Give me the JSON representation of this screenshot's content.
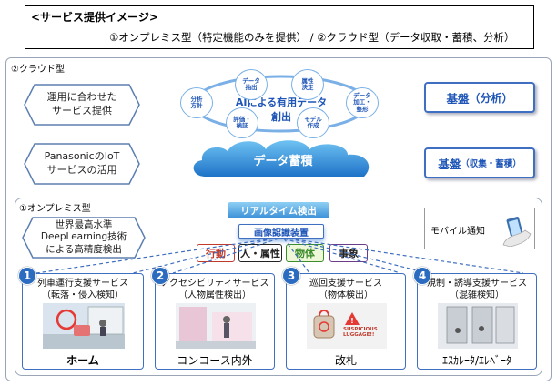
{
  "header": {
    "title": "<サービス提供イメージ>",
    "subtitle": "①オンプレミス型（特定機能のみを提供） / ②クラウド型（データ収取・蓄積、分析）"
  },
  "cloud": {
    "label": "②クラウド型",
    "left_boxes": [
      "運用に合わせた\nサービス提供",
      "PanasonicのIoT\nサービスの活用"
    ],
    "cycle_center": "AIによる有用データ創出",
    "cycle_nodes": [
      "データ\n抽出",
      "属性\n決定",
      "データ\n加工・\n整形",
      "モデル\n作成",
      "評価・\n検証",
      "分析\n方針"
    ],
    "storage": "データ蓄積",
    "kiban_analysis": {
      "main": "基盤",
      "sub": "（分析）"
    },
    "kiban_storage": {
      "main": "基盤",
      "sub": "（収集・蓄積）"
    }
  },
  "onprem": {
    "label": "①オンプレミス型",
    "left_box": "世界最高水準\nDeepLearning技術\nによる高精度検出",
    "realtime": "リアルタイム検出",
    "device": "画像認識装置",
    "tags": [
      "行動",
      "人・属性",
      "物体",
      "事象"
    ],
    "mobile": "モバイル通知",
    "cards": [
      {
        "num": "1",
        "title": "列車運行支援サービス\n（転落・侵入検知）",
        "location": "ホーム"
      },
      {
        "num": "2",
        "title": "アクセシビリティサービス\n（人物属性検出）",
        "location": "コンコース内外"
      },
      {
        "num": "3",
        "title": "巡回支援サービス\n（物体検出）",
        "location": "改札"
      },
      {
        "num": "4",
        "title": "規制・誘導支援サービス\n（混雑検知）",
        "location": "ｴｽｶﾚｰﾀ/ｴﾚﾍﾞｰﾀ"
      }
    ],
    "luggage_sign": "SUSPICIOUS\nLUGGAGE!!"
  },
  "colors": {
    "accent": "#1f56b8",
    "border": "#3f6fc0",
    "tag_action": "#c0392b",
    "tag_person": "#222222",
    "tag_object": "#3c8c2c",
    "tag_event": "#6a3d8c"
  }
}
